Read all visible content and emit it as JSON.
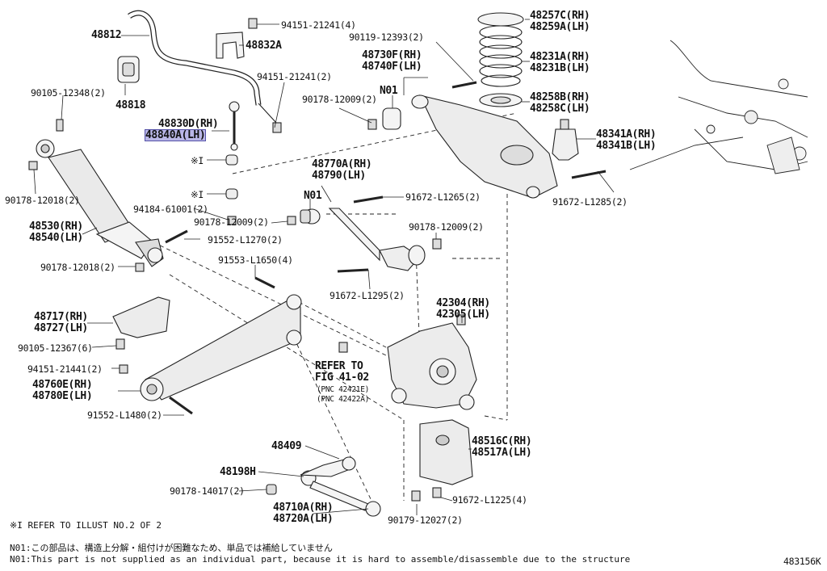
{
  "diagram": {
    "code": "483156K",
    "note_ref": "※I REFER TO ILLUST NO.2 OF 2",
    "note_n01_ja": "N01:この部品は、構造上分解・組付けが困難なため、単品では補給していません",
    "note_n01_en": "N01:This part is not supplied as an individual part, because it is hard to assemble/disassemble due to the structure",
    "refer_title": "REFER TO",
    "refer_fig": "FIG 41-02",
    "refer_pnc1": "(PNC 42421E)",
    "refer_pnc2": "(PNC 42422A)"
  },
  "labels": {
    "l48812": "48812",
    "l48818": "48818",
    "l48832A": "48832A",
    "l94151_21241a": "94151-21241(4)",
    "l94151_21241b": "94151-21241(2)",
    "l90105_12348": "90105-12348(2)",
    "l48830D": "48830D(RH)",
    "l48840A": "48840A(LH)",
    "mark1": "※I",
    "mark2": "※I",
    "l90178_12018a": "90178-12018(2)",
    "l94184_61001": "94184-61001(2)",
    "l90178_12009a": "90178-12009(2)",
    "l48530": "48530(RH)",
    "l48540": "48540(LH)",
    "l91552_L1270": "91552-L1270(2)",
    "l90178_12018b": "90178-12018(2)",
    "l91553_L1650": "91553-L1650(4)",
    "l90119_12393": "90119-12393(2)",
    "l48730F": "48730F(RH)",
    "l48740F": "48740F(LH)",
    "n01": "N01",
    "l90178_12009b": "90178-12009(2)",
    "l48257C": "48257C(RH)",
    "l48259A": "48259A(LH)",
    "l48231A": "48231A(RH)",
    "l48231B": "48231B(LH)",
    "l48258B": "48258B(RH)",
    "l48258C": "48258C(LH)",
    "l48341A": "48341A(RH)",
    "l48341B": "48341B(LH)",
    "l91672_L1285": "91672-L1285(2)",
    "l48770A": "48770A(RH)",
    "l48790": "48790(LH)",
    "n01b": "N01",
    "l91672_L1265": "91672-L1265(2)",
    "l90178_12009c": "90178-12009(2)",
    "l91672_L1295": "91672-L1295(2)",
    "l42304": "42304(RH)",
    "l42305": "42305(LH)",
    "l48717": "48717(RH)",
    "l48727": "48727(LH)",
    "l90105_12367": "90105-12367(6)",
    "l94151_21441": "94151-21441(2)",
    "l48760E": "48760E(RH)",
    "l48780E": "48780E(LH)",
    "l91552_L1480": "91552-L1480(2)",
    "l48516C": "48516C(RH)",
    "l48517A": "48517A(LH)",
    "l48409": "48409",
    "l48198H": "48198H",
    "l90178_14017": "90178-14017(2)",
    "l48710A": "48710A(RH)",
    "l48720A": "48720A(LH)",
    "l90179_12027": "90179-12027(2)",
    "l91672_L1225": "91672-L1225(4)"
  },
  "colors": {
    "line": "#222222",
    "part_fill": "#f4f4f4",
    "shade": "#d8d8d8",
    "highlight": "#b9b6e6",
    "highlight_border": "#5552a8"
  }
}
